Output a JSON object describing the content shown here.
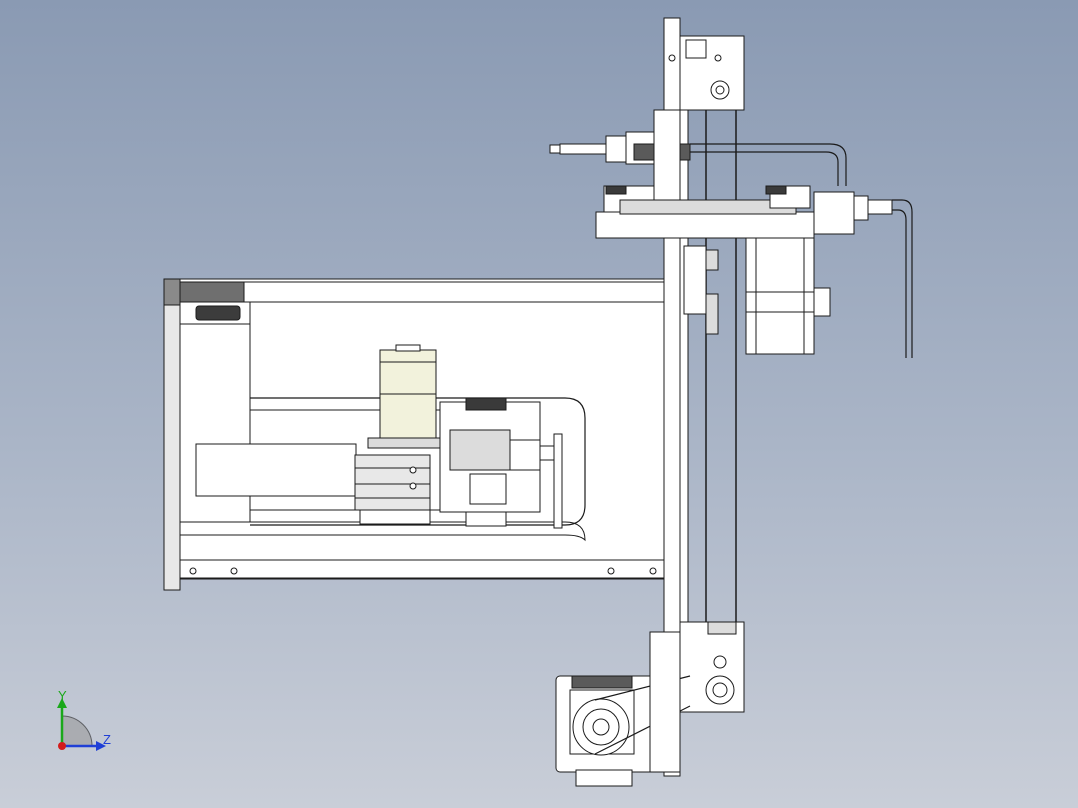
{
  "triad": {
    "y_label": "Y",
    "z_label": "Z",
    "y_color": "#1aa81a",
    "z_color": "#1f3fd6",
    "origin_color": "#d21c1c"
  },
  "colors": {
    "line": "#1b1b1b",
    "part_fill": "#ffffff",
    "shade_fill": "#dcdcdc",
    "dark_fill": "#7a7a7a",
    "motor_fill": "#f2f2dc"
  },
  "model": {
    "assemblies": [
      "base-frame",
      "vertical-column",
      "cross-slide",
      "stepper-motor",
      "spindle-motor",
      "pulley-drive",
      "hose-fittings"
    ]
  }
}
